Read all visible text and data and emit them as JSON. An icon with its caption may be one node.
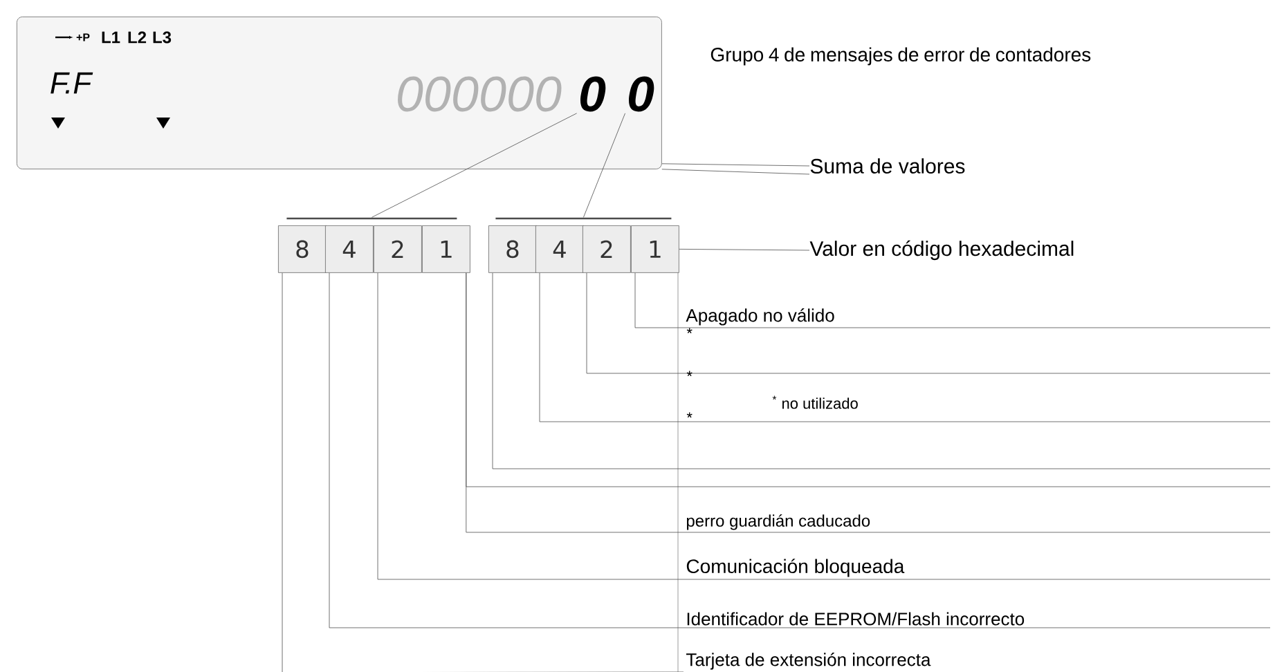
{
  "diagram": {
    "title": "Grupo 4 de mensajes de error de contadores",
    "nodes": [
      {
        "text": [
          "+P",
          "L1",
          "L2",
          "L3",
          "F.F",
          "000000"
        ]
      },
      {
        "text": [
          "0"
        ],
        "in": 0
      },
      {
        "text": [
          "0"
        ],
        "in": 0
      },
      {
        "text": [],
        "shape": "bar"
      },
      {
        "text": [],
        "shape": "bar"
      },
      {
        "text": [
          "8"
        ]
      },
      {
        "text": [
          "4"
        ]
      },
      {
        "text": [
          "2"
        ]
      },
      {
        "text": [
          "1"
        ]
      },
      {
        "text": [
          "8"
        ]
      },
      {
        "text": [
          "4"
        ]
      },
      {
        "text": [
          "2"
        ]
      },
      {
        "text": [
          "1"
        ]
      },
      {
        "text": [
          "Suma de valores"
        ]
      },
      {
        "text": [
          "Valor en código hexadecimal"
        ]
      },
      {
        "text": [
          "Apagado no válido"
        ]
      },
      {
        "text": [
          "perro guardián caducado"
        ]
      },
      {
        "text": [
          "Comunicación bloqueada"
        ]
      },
      {
        "text": [
          "Identificador de EEPROM/Flash incorrecto"
        ]
      },
      {
        "text": [
          "Tarjeta de extensión incorrecta"
        ]
      }
    ],
    "edges": [
      {
        "from": 1,
        "to": 3,
        "arrow": "none"
      },
      {
        "from": 2,
        "to": 4,
        "arrow": "none"
      },
      {
        "from": 13,
        "to": 0,
        "arrow": "none"
      },
      {
        "from": 13,
        "to": 0,
        "arrow": "none"
      },
      {
        "from": 14,
        "to": 12,
        "arrow": "none"
      },
      {
        "from": 12,
        "to": 15,
        "arrow": "none"
      },
      {
        "from": 11,
        "to": null,
        "arrow": "none"
      },
      {
        "from": 10,
        "to": null,
        "arrow": "none"
      },
      {
        "from": 9,
        "to": null,
        "arrow": "none"
      },
      {
        "from": 8,
        "to": null,
        "arrow": "none"
      },
      {
        "from": 8,
        "to": 16,
        "arrow": "none"
      },
      {
        "from": 7,
        "to": 17,
        "arrow": "none"
      },
      {
        "from": 6,
        "to": 18,
        "arrow": "none"
      },
      {
        "from": 5,
        "to": 19,
        "arrow": "none"
      }
    ],
    "labels": [
      "*",
      "*",
      "*",
      "$^{*}$ no utilizado"
    ]
  }
}
